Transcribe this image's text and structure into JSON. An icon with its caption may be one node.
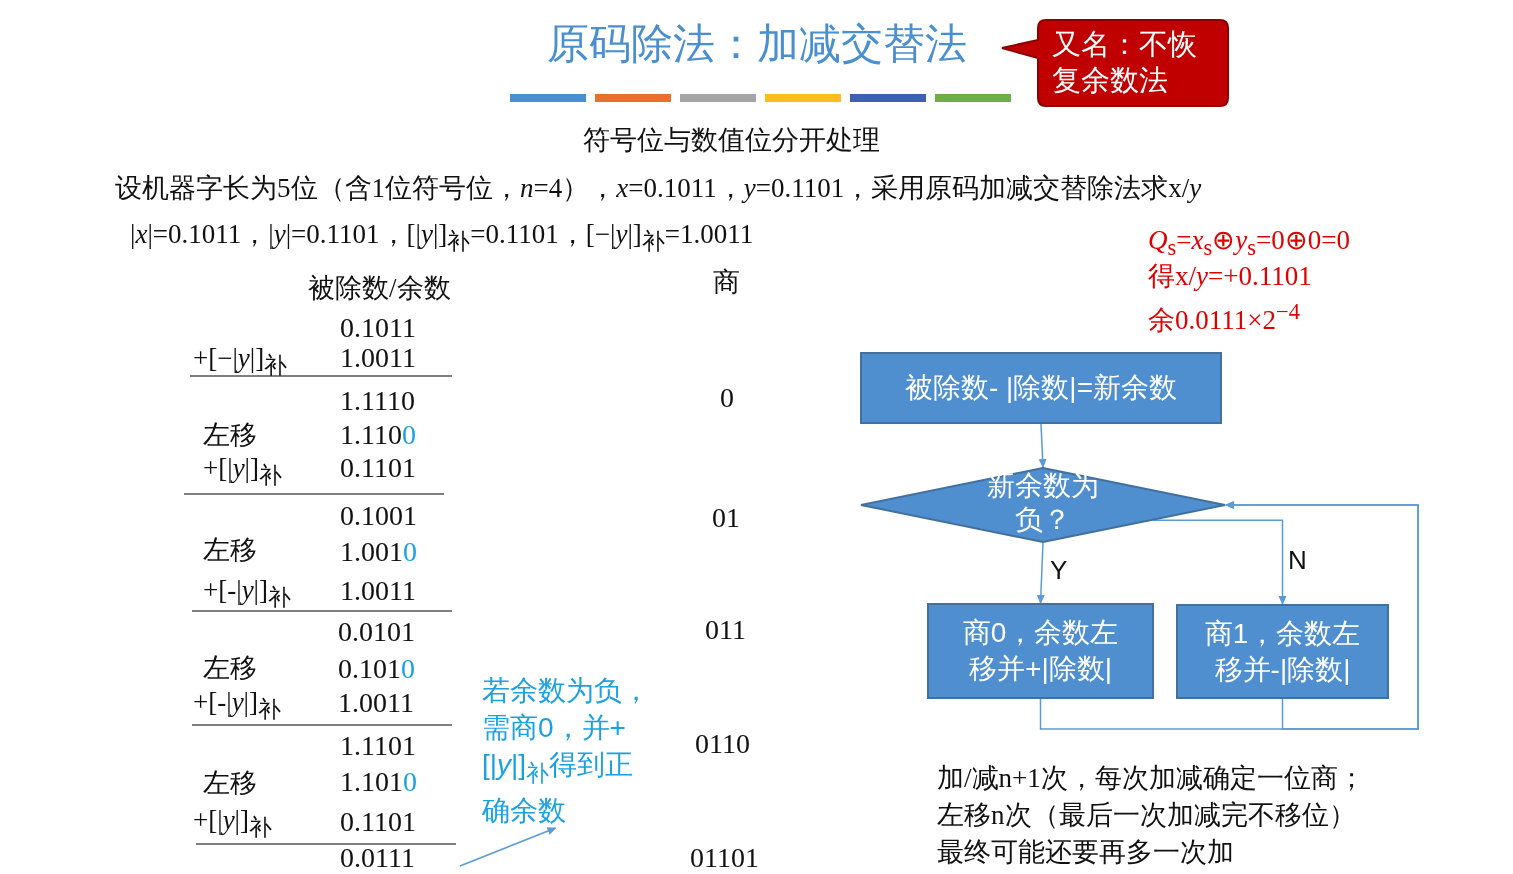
{
  "diagram": {
    "title": "原码除法：加减交替法",
    "nodes": [
      {
        "text": [
          "又名：不恢复余数法"
        ]
      },
      {
        "text": [
          "若余数为负，需商0，并+[|*y*|]$_{补}$得到正确余数"
        ]
      },
      {
        "text": [
          "被除数- |除数|=新余数"
        ]
      },
      {
        "text": [
          "新余数为负？"
        ]
      },
      {
        "text": [
          "商0，余数左移并+|除数|"
        ]
      },
      {
        "text": [
          "商1，余数左移并-|除数|"
        ]
      }
    ],
    "edges": [
      {
        "from": null,
        "to": 1,
        "arrow": "to"
      },
      {
        "from": 2,
        "to": 3,
        "arrow": "to"
      },
      {
        "from": 3,
        "to": 4,
        "arrow": "to",
        "label": "Y"
      },
      {
        "from": 3,
        "to": 5,
        "arrow": "to",
        "label": "N"
      },
      {
        "from": 4,
        "to": 3,
        "arrow": "to"
      },
      {
        "from": 5,
        "to": 3,
        "arrow": "to"
      }
    ],
    "labels": [
      "符号位与数值位分开处理",
      "设机器字长为5位（含1位符号位，*n*=4），*x*=0.1011，*y*=0.1101，采用原码加减交替除法求x/*y*",
      "|*x*|=0.1011，|*y*|=0.1101，[|*y*|]$_{补}$=0.1101，[−|*y*|]$_{补}$=1.0011",
      "*Q*$_{s}$=*x*$_{s}$⊕*y*$_{s}$=0⊕0=0",
      "得x/*y*=+0.1101",
      "余0.0111×2$^{−4}$",
      "被除数/余数",
      "商",
      "0.1011",
      "+[−|*y*|]$_{补}$",
      "1.0011",
      "1.1110",
      "0",
      "左移",
      "1.1100",
      "+[|*y*|]$_{补}$",
      "0.1101",
      "0.1001",
      "01",
      "左移",
      "1.0010",
      "+[-|*y*|]$_{补}$",
      "1.0011",
      "0.0101",
      "011",
      "左移",
      "0.1010",
      "+[-|*y*|]$_{补}$",
      "1.0011",
      "1.1101",
      "0110",
      "左移",
      "1.1010",
      "+[|*y*|]$_{补}$",
      "0.1101",
      "0.0111",
      "01101",
      "加/减n+1次，每次加减确定一位商；",
      "左移n次（最后一次加减完不移位）",
      "最终可能还要再多一次加"
    ]
  }
}
